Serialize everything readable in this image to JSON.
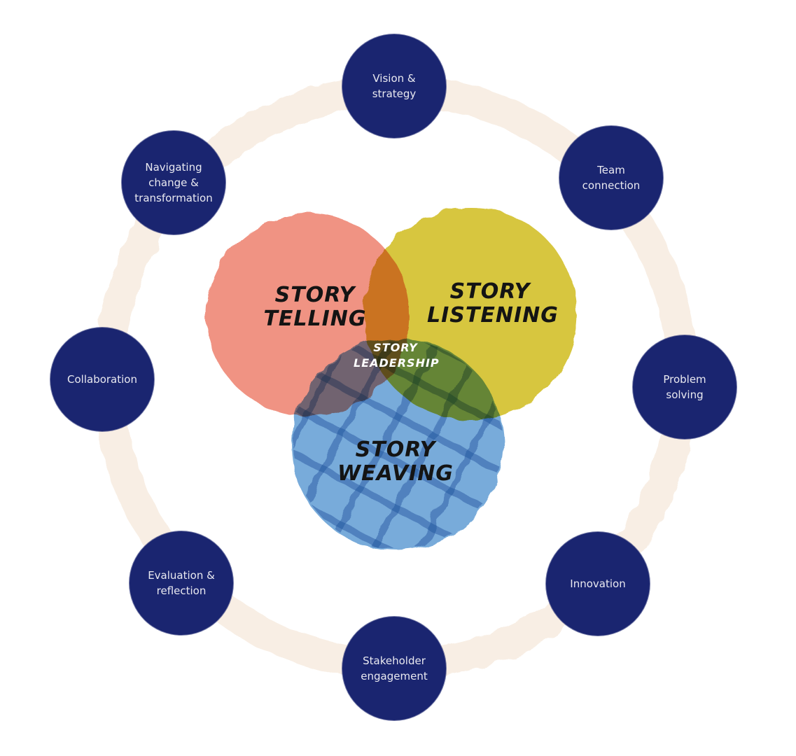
{
  "diagram": {
    "center_label": "Story\nLeadership",
    "circles": [
      {
        "id": "telling",
        "label": "Story\nTelling",
        "color": "#ef8a78"
      },
      {
        "id": "listening",
        "label": "Story\nListening",
        "color": "#d4c12e"
      },
      {
        "id": "weaving",
        "label": "Story\nWeaving",
        "color": "#6fa4d6"
      }
    ],
    "ring_color": "#f6e9dc",
    "node_color": "#1a2570",
    "nodes": [
      {
        "label": "Vision &\nstrategy"
      },
      {
        "label": "Team\nconnection"
      },
      {
        "label": "Problem\nsolving"
      },
      {
        "label": "Innovation"
      },
      {
        "label": "Stakeholder\nengagement"
      },
      {
        "label": "Evaluation &\nreflection"
      },
      {
        "label": "Collaboration"
      },
      {
        "label": "Navigating\nchange &\ntransformation"
      }
    ]
  }
}
